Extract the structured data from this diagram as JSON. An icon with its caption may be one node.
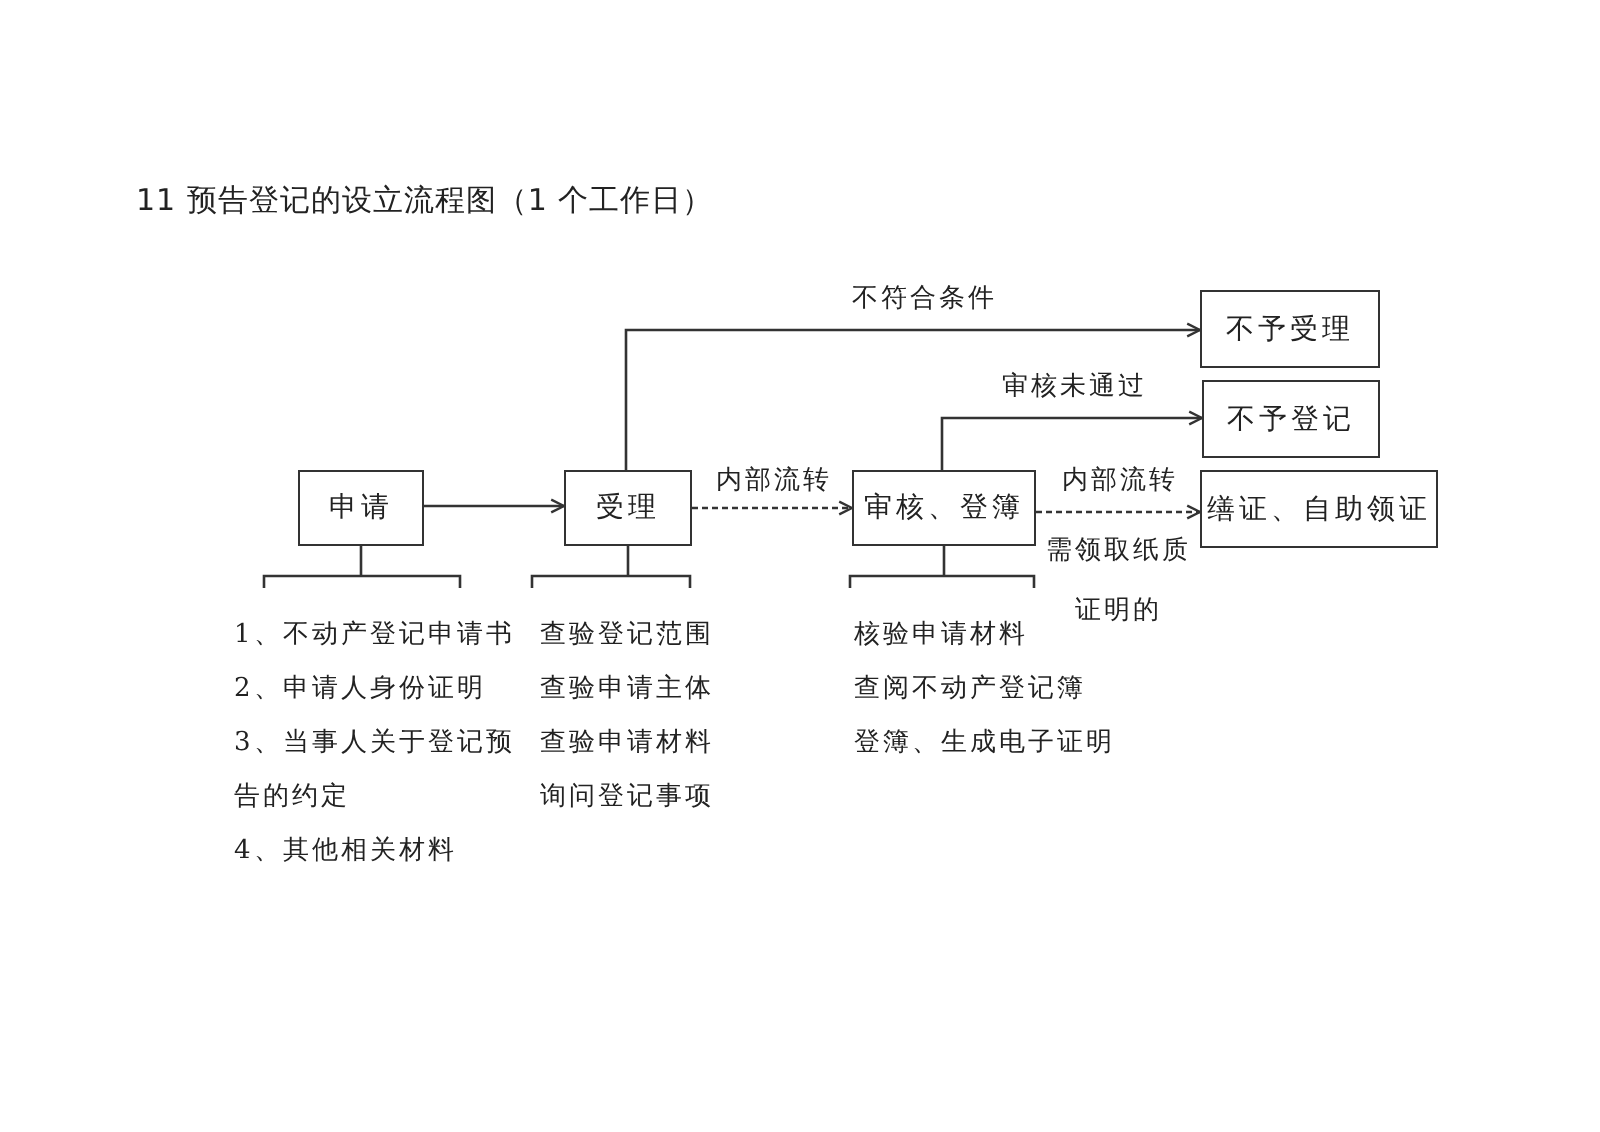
{
  "diagram": {
    "title": "11 预告登记的设立流程图（1 个工作日）",
    "nodes": [
      {
        "text": [
          "申请"
        ],
        "beside": [
          "1、不动产登记申请书",
          "2、申请人身份证明",
          "3、当事人关于登记预告的约定",
          "4、其他相关材料"
        ]
      },
      {
        "text": [
          "受理"
        ],
        "beside": [
          "查验登记范围",
          "查验申请主体",
          "查验申请材料",
          "询问登记事项"
        ]
      },
      {
        "text": [
          "审核、登簿"
        ],
        "beside": [
          "核验申请材料",
          "查阅不动产登记簿",
          "登簿、生成电子证明"
        ]
      },
      {
        "text": [
          "不予受理"
        ]
      },
      {
        "text": [
          "不予登记"
        ]
      },
      {
        "text": [
          "缮证、自助领证"
        ]
      }
    ],
    "edges": [
      {
        "from": 0,
        "to": 1,
        "arrow": "to"
      },
      {
        "from": 1,
        "to": 2,
        "arrow": "to",
        "label": "内部流转",
        "style": "dashed"
      },
      {
        "from": 1,
        "to": 3,
        "arrow": "to",
        "label": "不符合条件"
      },
      {
        "from": 2,
        "to": 4,
        "arrow": "to",
        "label": "审核未通过"
      },
      {
        "from": 2,
        "to": 5,
        "arrow": "to",
        "label": "内部流转",
        "style": "dashed"
      }
    ],
    "labels": [
      "需领取纸质证明的"
    ]
  }
}
